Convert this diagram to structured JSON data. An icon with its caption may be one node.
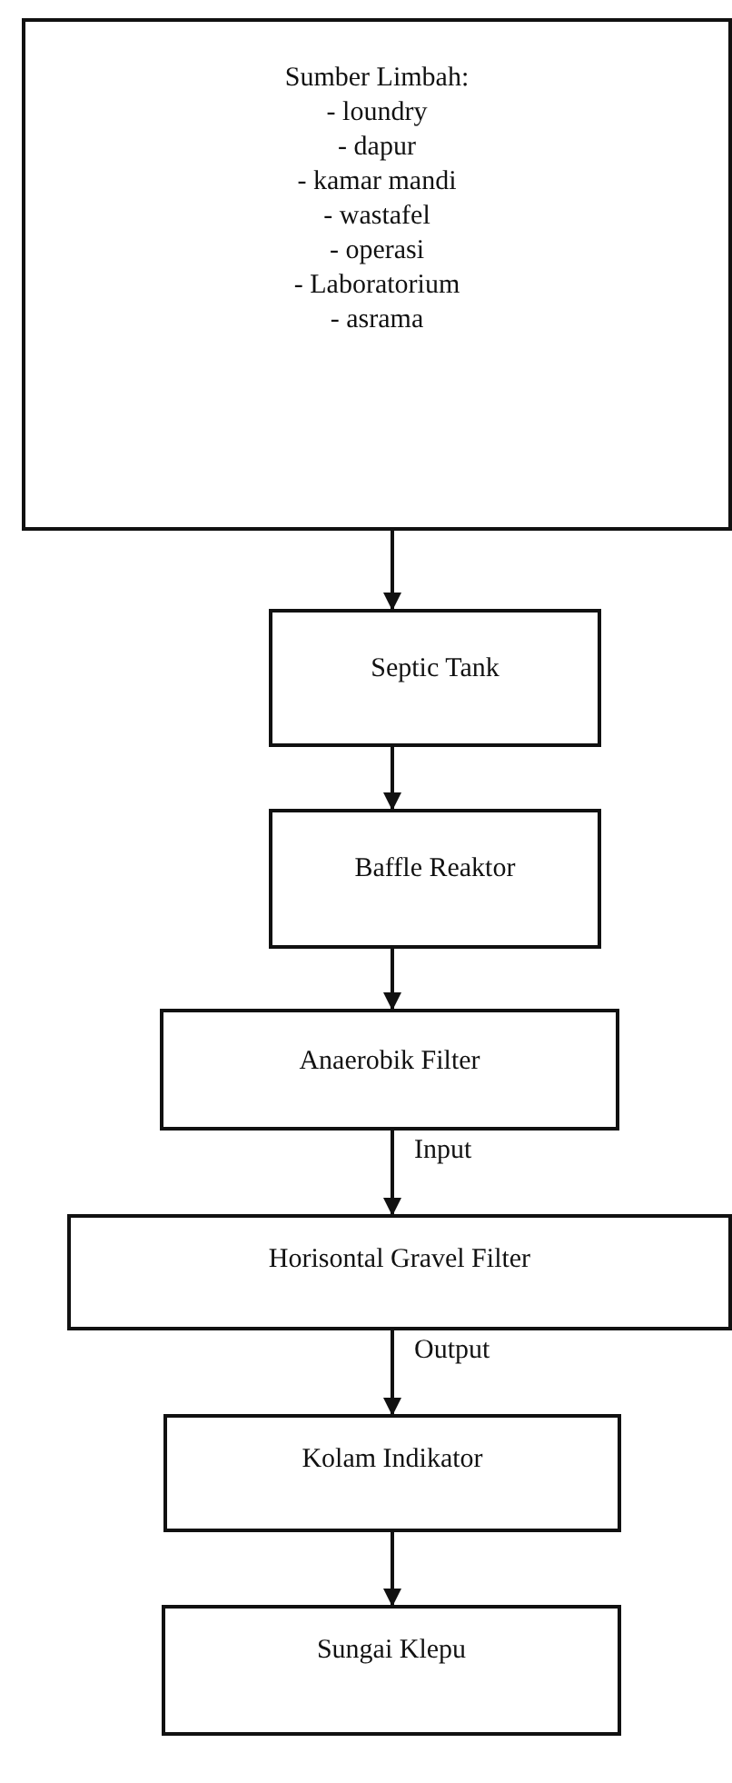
{
  "diagram": {
    "nodes": [
      {
        "text": [
          "Sumber Limbah:",
          "- loundry",
          "- dapur",
          "- kamar mandi",
          "- wastafel",
          "- operasi",
          "- Laboratorium",
          "- asrama"
        ]
      },
      {
        "text": [
          "Septic Tank"
        ]
      },
      {
        "text": [
          "Baffle Reaktor"
        ]
      },
      {
        "text": [
          "Anaerobik Filter"
        ]
      },
      {
        "text": [
          "Horisontal Gravel Filter"
        ]
      },
      {
        "text": [
          "Kolam Indikator"
        ]
      },
      {
        "text": [
          "Sungai Klepu"
        ]
      }
    ],
    "edges": [
      {
        "from": 0,
        "to": 1,
        "arrow": "to"
      },
      {
        "from": 1,
        "to": 2,
        "arrow": "to"
      },
      {
        "from": 2,
        "to": 3,
        "arrow": "to"
      },
      {
        "from": 3,
        "to": 4,
        "arrow": "to",
        "label": "Input"
      },
      {
        "from": 4,
        "to": 5,
        "arrow": "to",
        "label": "Output"
      },
      {
        "from": 5,
        "to": 6,
        "arrow": "to"
      }
    ]
  }
}
